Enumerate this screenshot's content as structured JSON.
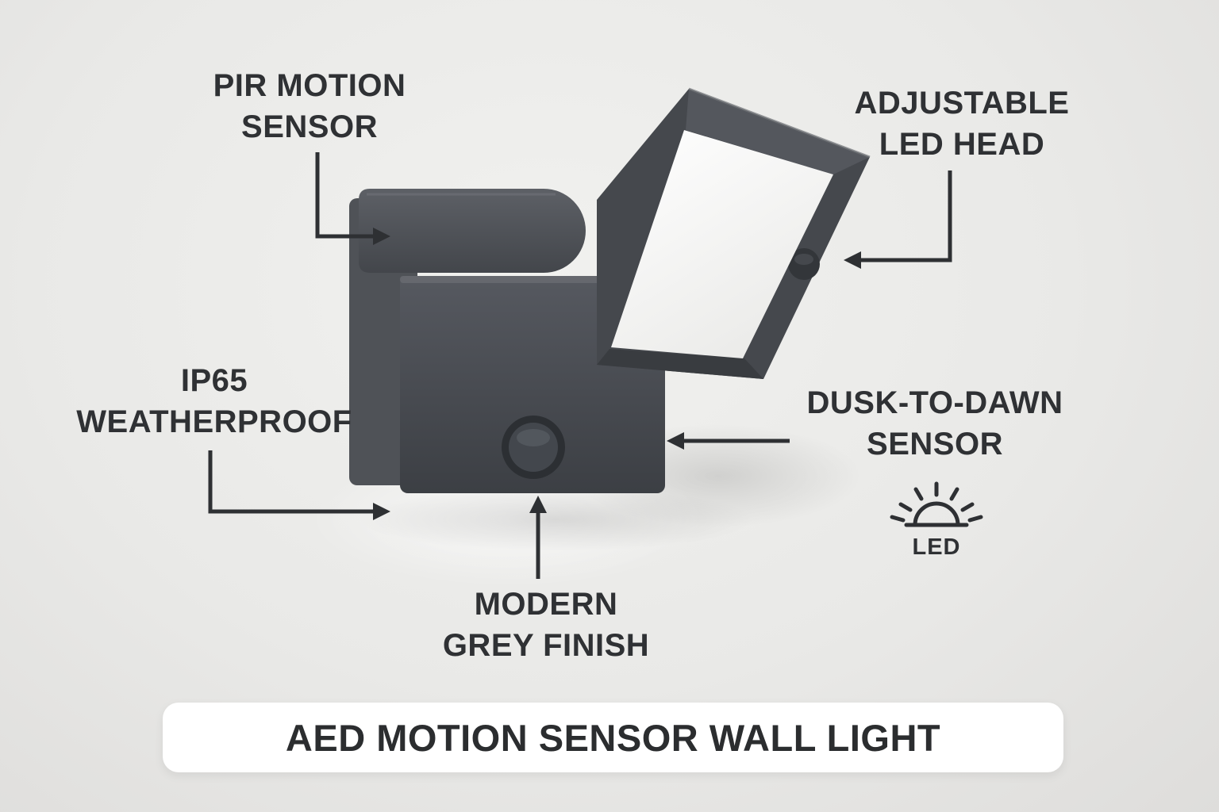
{
  "colors": {
    "background": "#e9e9e7",
    "text": "#2f3134",
    "arrow": "#2e3033",
    "body_grey": "#45484d",
    "panel_white": "#fbfbfa",
    "banner_background": "#ffffff"
  },
  "labels": {
    "pir_motion_sensor": {
      "line1": "PIR MOTION",
      "line2": "SENSOR"
    },
    "adjustable_led_head": {
      "line1": "ADJUSTABLE",
      "line2": "LED HEAD"
    },
    "ip65_weatherproof": {
      "line1": "IP65",
      "line2": "WEATHERPROOF"
    },
    "dusk_to_dawn_sensor": {
      "line1": "DUSK-TO-DAWN",
      "line2": "SENSOR"
    },
    "modern_grey_finish": {
      "line1": "MODERN",
      "line2": "GREY FINISH"
    }
  },
  "led_icon": {
    "label": "LED"
  },
  "banner": {
    "title": "AED MOTION SENSOR WALL LIGHT"
  },
  "product": {
    "name": "AED motion sensor wall light"
  }
}
